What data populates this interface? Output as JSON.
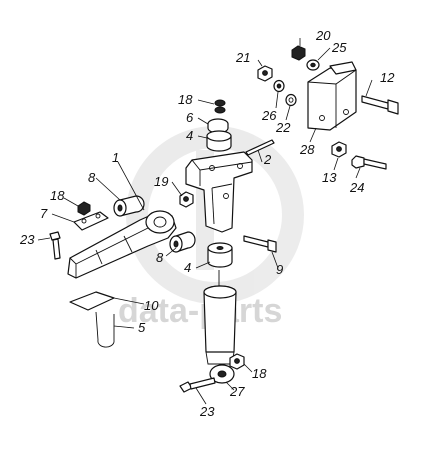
{
  "watermark": {
    "text": "data-parts"
  },
  "callouts": {
    "c1": "1",
    "c2": "2",
    "c4a": "4",
    "c4b": "4",
    "c5": "5",
    "c6": "6",
    "c7": "7",
    "c8a": "8",
    "c8b": "8",
    "c9": "9",
    "c10": "10",
    "c12": "12",
    "c13": "13",
    "c18a": "18",
    "c18b": "18",
    "c18c": "18",
    "c19": "19",
    "c20": "20",
    "c21": "21",
    "c22": "22",
    "c23a": "23",
    "c23b": "23",
    "c24": "24",
    "c25": "25",
    "c26": "26",
    "c27": "27",
    "c28": "28"
  }
}
